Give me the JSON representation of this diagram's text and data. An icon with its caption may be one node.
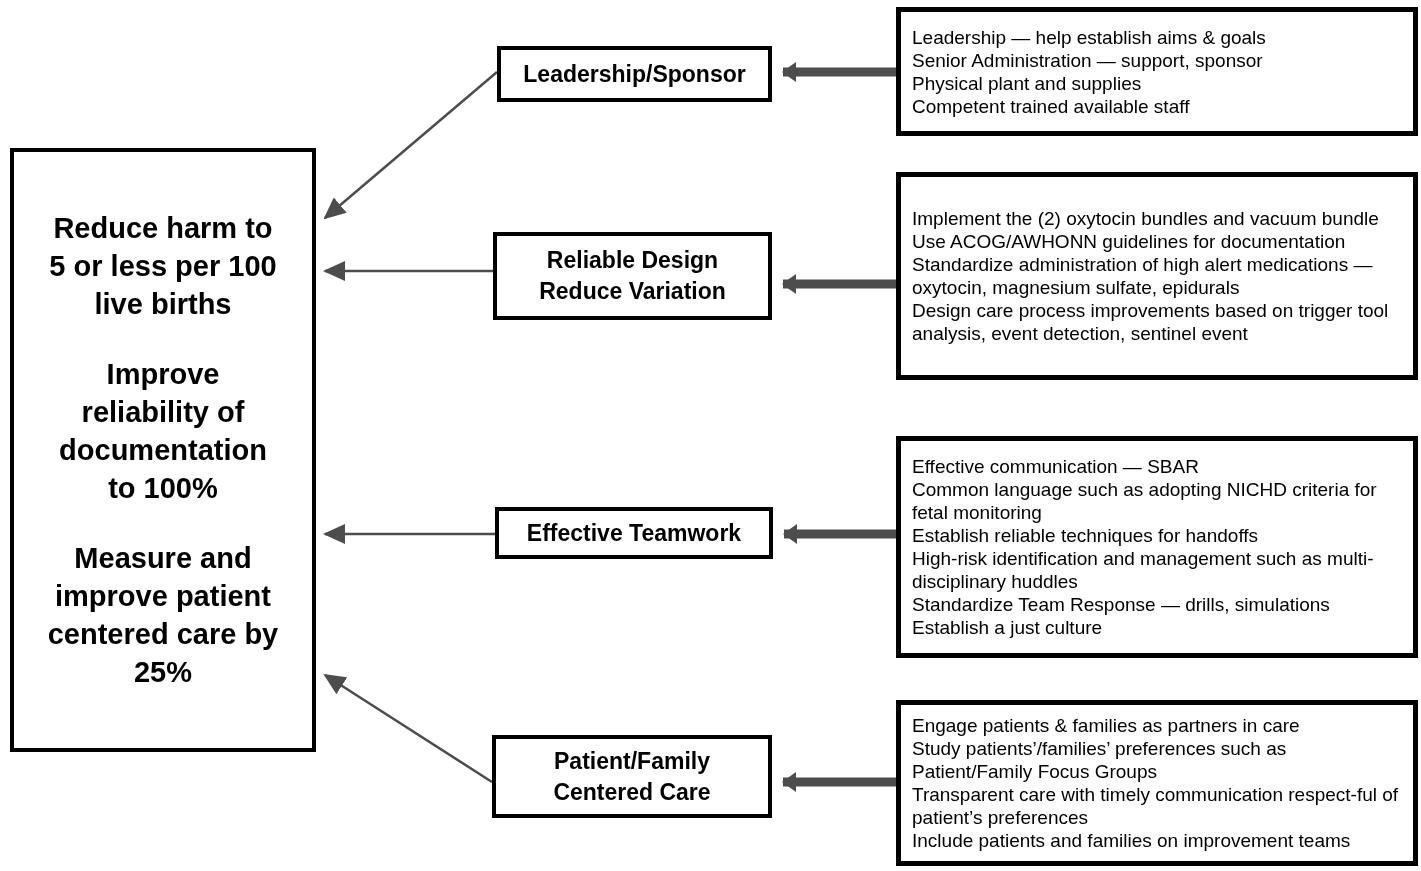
{
  "diagram": {
    "nodes": [
      {
        "text": [
          "Reduce harm to 5 or less per 100 live births",
          "Improve reliability of documentation to 100%",
          "Measure and improve patient centered care by 25%"
        ]
      },
      {
        "text": [
          "Leadership/Sponsor"
        ]
      },
      {
        "text": [
          "Reliable Design Reduce Variation"
        ]
      },
      {
        "text": [
          "Effective Teamwork"
        ]
      },
      {
        "text": [
          "Patient/Family Centered Care"
        ]
      },
      {
        "text": [
          "Leadership — help establish aims & goals",
          "Senior Administration — support, sponsor",
          "Physical plant and supplies",
          "Competent trained available staff"
        ]
      },
      {
        "text": [
          "Implement the (2) oxytocin bundles and vacuum bundle",
          "Use ACOG/AWHONN guidelines for documentation",
          "Standardize administration of high alert medications — oxytocin, magnesium sulfate, epidurals",
          "Design care process improvements based on trigger tool analysis, event detection, sentinel event"
        ]
      },
      {
        "text": [
          "Effective communication — SBAR",
          "Common language such as adopting NICHD criteria for fetal monitoring",
          "Establish reliable techniques for handoffs",
          "High-risk identification and management such as multi-disciplinary huddles",
          "Standardize Team Response — drills, simulations",
          "Establish a just culture"
        ]
      },
      {
        "text": [
          "Engage patients & families as partners in care",
          "Study patients’/families’ preferences such as Patient/Family Focus Groups",
          "Transparent care with timely communication respect-ful of patient’s preferences",
          "Include patients and families on improvement teams"
        ]
      }
    ],
    "edges": [
      {
        "from": 1,
        "to": 0,
        "arrow": "to"
      },
      {
        "from": 2,
        "to": 0,
        "arrow": "to"
      },
      {
        "from": 3,
        "to": 0,
        "arrow": "to"
      },
      {
        "from": 4,
        "to": 0,
        "arrow": "to"
      },
      {
        "from": 5,
        "to": 1,
        "arrow": "to",
        "style": "thick"
      },
      {
        "from": 6,
        "to": 2,
        "arrow": "to",
        "style": "thick"
      },
      {
        "from": 7,
        "to": 3,
        "arrow": "to",
        "style": "thick"
      },
      {
        "from": 8,
        "to": 4,
        "arrow": "to",
        "style": "thick"
      }
    ]
  }
}
